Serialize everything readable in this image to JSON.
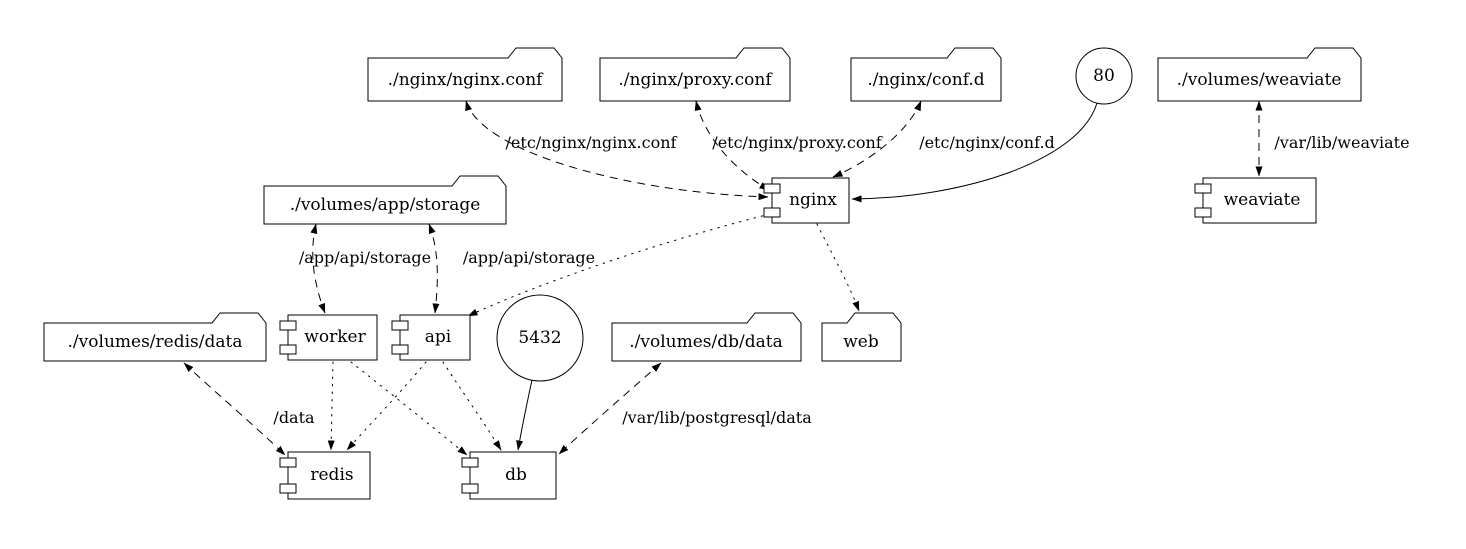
{
  "diagram": {
    "background": "#ffffff",
    "stroke_color": "#000000",
    "nodes": {
      "nginx_conf": {
        "label": "./nginx/nginx.conf",
        "type": "folder"
      },
      "proxy_conf": {
        "label": "./nginx/proxy.conf",
        "type": "folder"
      },
      "conf_d": {
        "label": "./nginx/conf.d",
        "type": "folder"
      },
      "port_80": {
        "label": "80",
        "type": "circle"
      },
      "volumes_weaviate": {
        "label": "./volumes/weaviate",
        "type": "folder"
      },
      "volumes_app_storage": {
        "label": "./volumes/app/storage",
        "type": "folder"
      },
      "nginx": {
        "label": "nginx",
        "type": "component"
      },
      "weaviate": {
        "label": "weaviate",
        "type": "component"
      },
      "volumes_redis_data": {
        "label": "./volumes/redis/data",
        "type": "folder"
      },
      "worker": {
        "label": "worker",
        "type": "component"
      },
      "api": {
        "label": "api",
        "type": "component"
      },
      "port_5432": {
        "label": "5432",
        "type": "circle"
      },
      "volumes_db_data": {
        "label": "./volumes/db/data",
        "type": "folder"
      },
      "web": {
        "label": "web",
        "type": "folder"
      },
      "redis": {
        "label": "redis",
        "type": "component"
      },
      "db": {
        "label": "db",
        "type": "component"
      }
    },
    "edge_labels": {
      "nginx_conf_mount": "/etc/nginx/nginx.conf",
      "proxy_conf_mount": "/etc/nginx/proxy.conf",
      "conf_d_mount": "/etc/nginx/conf.d",
      "weaviate_mount": "/var/lib/weaviate",
      "storage_mount": "/app/api/storage",
      "redis_mount": "/data",
      "db_mount": "/var/lib/postgresql/data"
    },
    "edges": [
      {
        "from": "nginx_conf",
        "to": "nginx",
        "style": "dashed",
        "bidirectional": true,
        "label": "/etc/nginx/nginx.conf"
      },
      {
        "from": "proxy_conf",
        "to": "nginx",
        "style": "dashed",
        "bidirectional": true,
        "label": "/etc/nginx/proxy.conf"
      },
      {
        "from": "conf_d",
        "to": "nginx",
        "style": "dashed",
        "bidirectional": true,
        "label": "/etc/nginx/conf.d"
      },
      {
        "from": "port_80",
        "to": "nginx",
        "style": "solid",
        "bidirectional": false,
        "label": ""
      },
      {
        "from": "volumes_weaviate",
        "to": "weaviate",
        "style": "dashed",
        "bidirectional": true,
        "label": "/var/lib/weaviate"
      },
      {
        "from": "volumes_app_storage",
        "to": "worker",
        "style": "dashed",
        "bidirectional": true,
        "label": "/app/api/storage"
      },
      {
        "from": "volumes_app_storage",
        "to": "api",
        "style": "dashed",
        "bidirectional": true,
        "label": "/app/api/storage"
      },
      {
        "from": "nginx",
        "to": "api",
        "style": "dotted",
        "bidirectional": false,
        "label": ""
      },
      {
        "from": "nginx",
        "to": "web",
        "style": "dotted",
        "bidirectional": false,
        "label": ""
      },
      {
        "from": "volumes_redis_data",
        "to": "redis",
        "style": "dashed",
        "bidirectional": true,
        "label": "/data"
      },
      {
        "from": "worker",
        "to": "redis",
        "style": "dotted",
        "bidirectional": false,
        "label": ""
      },
      {
        "from": "worker",
        "to": "db",
        "style": "dotted",
        "bidirectional": false,
        "label": ""
      },
      {
        "from": "api",
        "to": "redis",
        "style": "dotted",
        "bidirectional": false,
        "label": ""
      },
      {
        "from": "api",
        "to": "db",
        "style": "dotted",
        "bidirectional": false,
        "label": ""
      },
      {
        "from": "port_5432",
        "to": "db",
        "style": "solid",
        "bidirectional": false,
        "label": ""
      },
      {
        "from": "volumes_db_data",
        "to": "db",
        "style": "dashed",
        "bidirectional": true,
        "label": "/var/lib/postgresql/data"
      }
    ]
  }
}
